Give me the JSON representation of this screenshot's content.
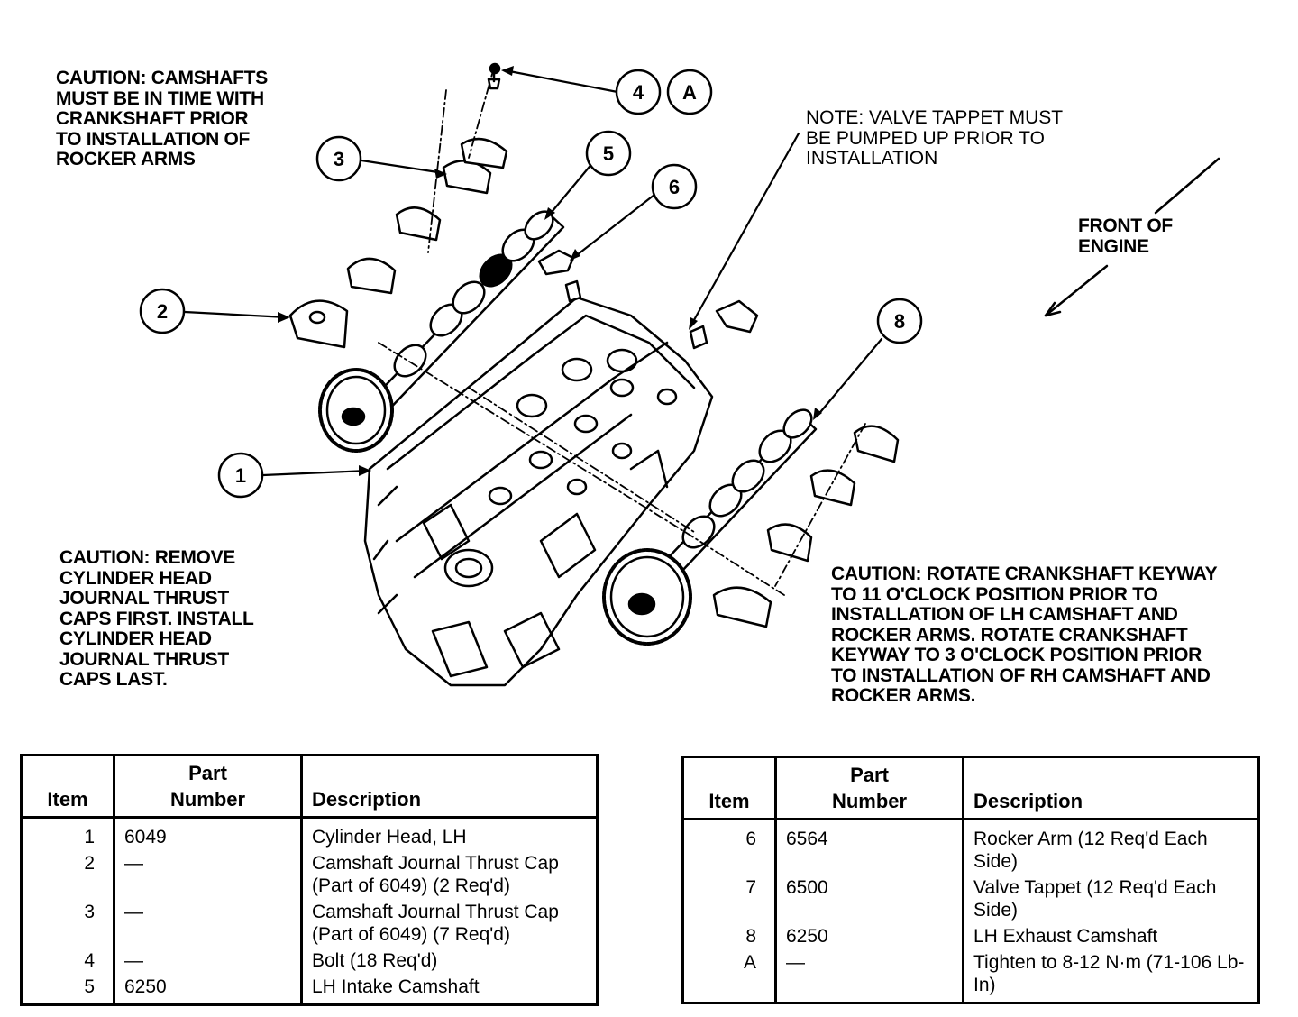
{
  "notes": {
    "caution_camshafts": "CAUTION: CAMSHAFTS\nMUST BE IN TIME WITH\nCRANKSHAFT PRIOR\nTO INSTALLATION OF\nROCKER ARMS",
    "note_valve_tappet": "NOTE: VALVE TAPPET MUST\nBE PUMPED UP PRIOR TO\nINSTALLATION",
    "front_of_engine": "FRONT OF\nENGINE",
    "caution_thrust_caps": "CAUTION: REMOVE\nCYLINDER HEAD\nJOURNAL THRUST\nCAPS FIRST. INSTALL\nCYLINDER HEAD\nJOURNAL THRUST\nCAPS LAST.",
    "caution_keyway": "CAUTION: ROTATE CRANKSHAFT KEYWAY\nTO 11 O'CLOCK POSITION PRIOR TO\nINSTALLATION OF LH CAMSHAFT AND\nROCKER ARMS. ROTATE CRANKSHAFT\nKEYWAY TO 3 O'CLOCK POSITION PRIOR\nTO INSTALLATION OF RH CAMSHAFT AND\nROCKER ARMS."
  },
  "callouts": [
    "1",
    "2",
    "3",
    "4",
    "A",
    "5",
    "6",
    "8"
  ],
  "table_headers": {
    "item": "Item",
    "part_number": "Part\nNumber",
    "description": "Description"
  },
  "table_left": [
    {
      "item": "1",
      "part": "6049",
      "desc": "Cylinder Head, LH"
    },
    {
      "item": "2",
      "part": "—",
      "desc": "Camshaft Journal Thrust Cap (Part of 6049) (2 Req'd)"
    },
    {
      "item": "3",
      "part": "—",
      "desc": "Camshaft Journal Thrust Cap (Part of 6049) (7 Req'd)"
    },
    {
      "item": "4",
      "part": "—",
      "desc": "Bolt (18 Req'd)"
    },
    {
      "item": "5",
      "part": "6250",
      "desc": "LH Intake Camshaft"
    }
  ],
  "table_right": [
    {
      "item": "6",
      "part": "6564",
      "desc": "Rocker Arm (12 Req'd Each Side)"
    },
    {
      "item": "7",
      "part": "6500",
      "desc": "Valve Tappet (12 Req'd Each Side)"
    },
    {
      "item": "8",
      "part": "6250",
      "desc": "LH Exhaust Camshaft"
    },
    {
      "item": "A",
      "part": "—",
      "desc": "Tighten to 8-12 N·m (71-106 Lb-In)"
    }
  ]
}
